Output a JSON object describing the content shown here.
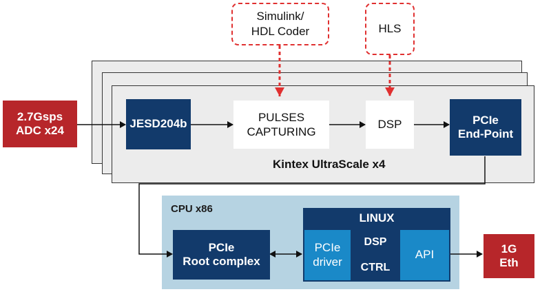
{
  "tools": {
    "simulink_line1": "Simulink/",
    "simulink_line2": "HDL Coder",
    "hls": "HLS"
  },
  "adc": {
    "line1": "2.7Gsps",
    "line2": "ADC x24"
  },
  "fpga": {
    "jesd": "JESD204b",
    "pulses_line1": "PULSES",
    "pulses_line2": "CAPTURING",
    "dsp": "DSP",
    "pcie_ep_line1": "PCIe",
    "pcie_ep_line2": "End-Point",
    "board_label": "Kintex UltraScale x4"
  },
  "cpu": {
    "label": "CPU x86",
    "root_line1": "PCIe",
    "root_line2": "Root complex",
    "linux": "LINUX",
    "driver_line1": "PCIe",
    "driver_line2": "driver",
    "dsp": "DSP",
    "ctrl": "CTRL",
    "api": "API"
  },
  "eth": {
    "line1": "1G",
    "line2": "Eth"
  },
  "colors": {
    "navy": "#123a6b",
    "red": "#b7262a",
    "light_blue_panel": "#b6d3e2",
    "linux_blue": "#1a89c8",
    "dashed_red": "#e03030"
  }
}
